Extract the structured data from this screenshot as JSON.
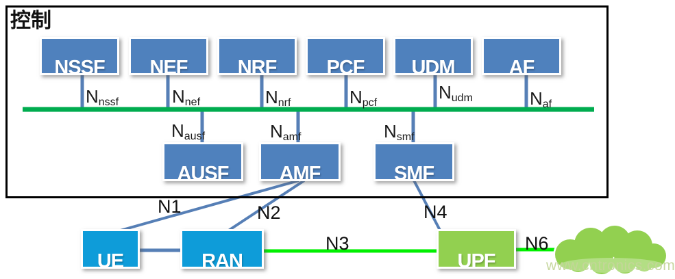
{
  "colors": {
    "node-blue": "#4F81BD",
    "node-bright-blue": "#0E9CD9",
    "node-green": "#92D050",
    "bus-green": "#00AC4F",
    "link-green": "#00F000",
    "line-blue": "#567FB6",
    "frame-black": "#000000",
    "watermark-green": "#c5d69b"
  },
  "control_region": {
    "label": "控制"
  },
  "nodes": {
    "top": [
      {
        "label": "NSSF"
      },
      {
        "label": "NEF"
      },
      {
        "label": "NRF"
      },
      {
        "label": "PCF"
      },
      {
        "label": "UDM"
      },
      {
        "label": "AF"
      }
    ],
    "mid": [
      {
        "label": "AUSF"
      },
      {
        "label": "AMF"
      },
      {
        "label": "SMF"
      }
    ],
    "bottom": [
      {
        "label": "UE"
      },
      {
        "label": "RAN"
      },
      {
        "label": "UPF"
      }
    ]
  },
  "interfaces": {
    "bus": [
      {
        "base": "N",
        "sub": "nssf"
      },
      {
        "base": "N",
        "sub": "nef"
      },
      {
        "base": "N",
        "sub": "nrf"
      },
      {
        "base": "N",
        "sub": "pcf"
      },
      {
        "base": "N",
        "sub": "udm"
      },
      {
        "base": "N",
        "sub": "af"
      }
    ],
    "mid": [
      {
        "base": "N",
        "sub": "ausf"
      },
      {
        "base": "N",
        "sub": "amf"
      },
      {
        "base": "N",
        "sub": "smf"
      }
    ]
  },
  "links": [
    {
      "label": "N1"
    },
    {
      "label": "N2"
    },
    {
      "label": "N3"
    },
    {
      "label": "N4"
    },
    {
      "label": "N6"
    }
  ],
  "watermark": "www.cntronics.com"
}
